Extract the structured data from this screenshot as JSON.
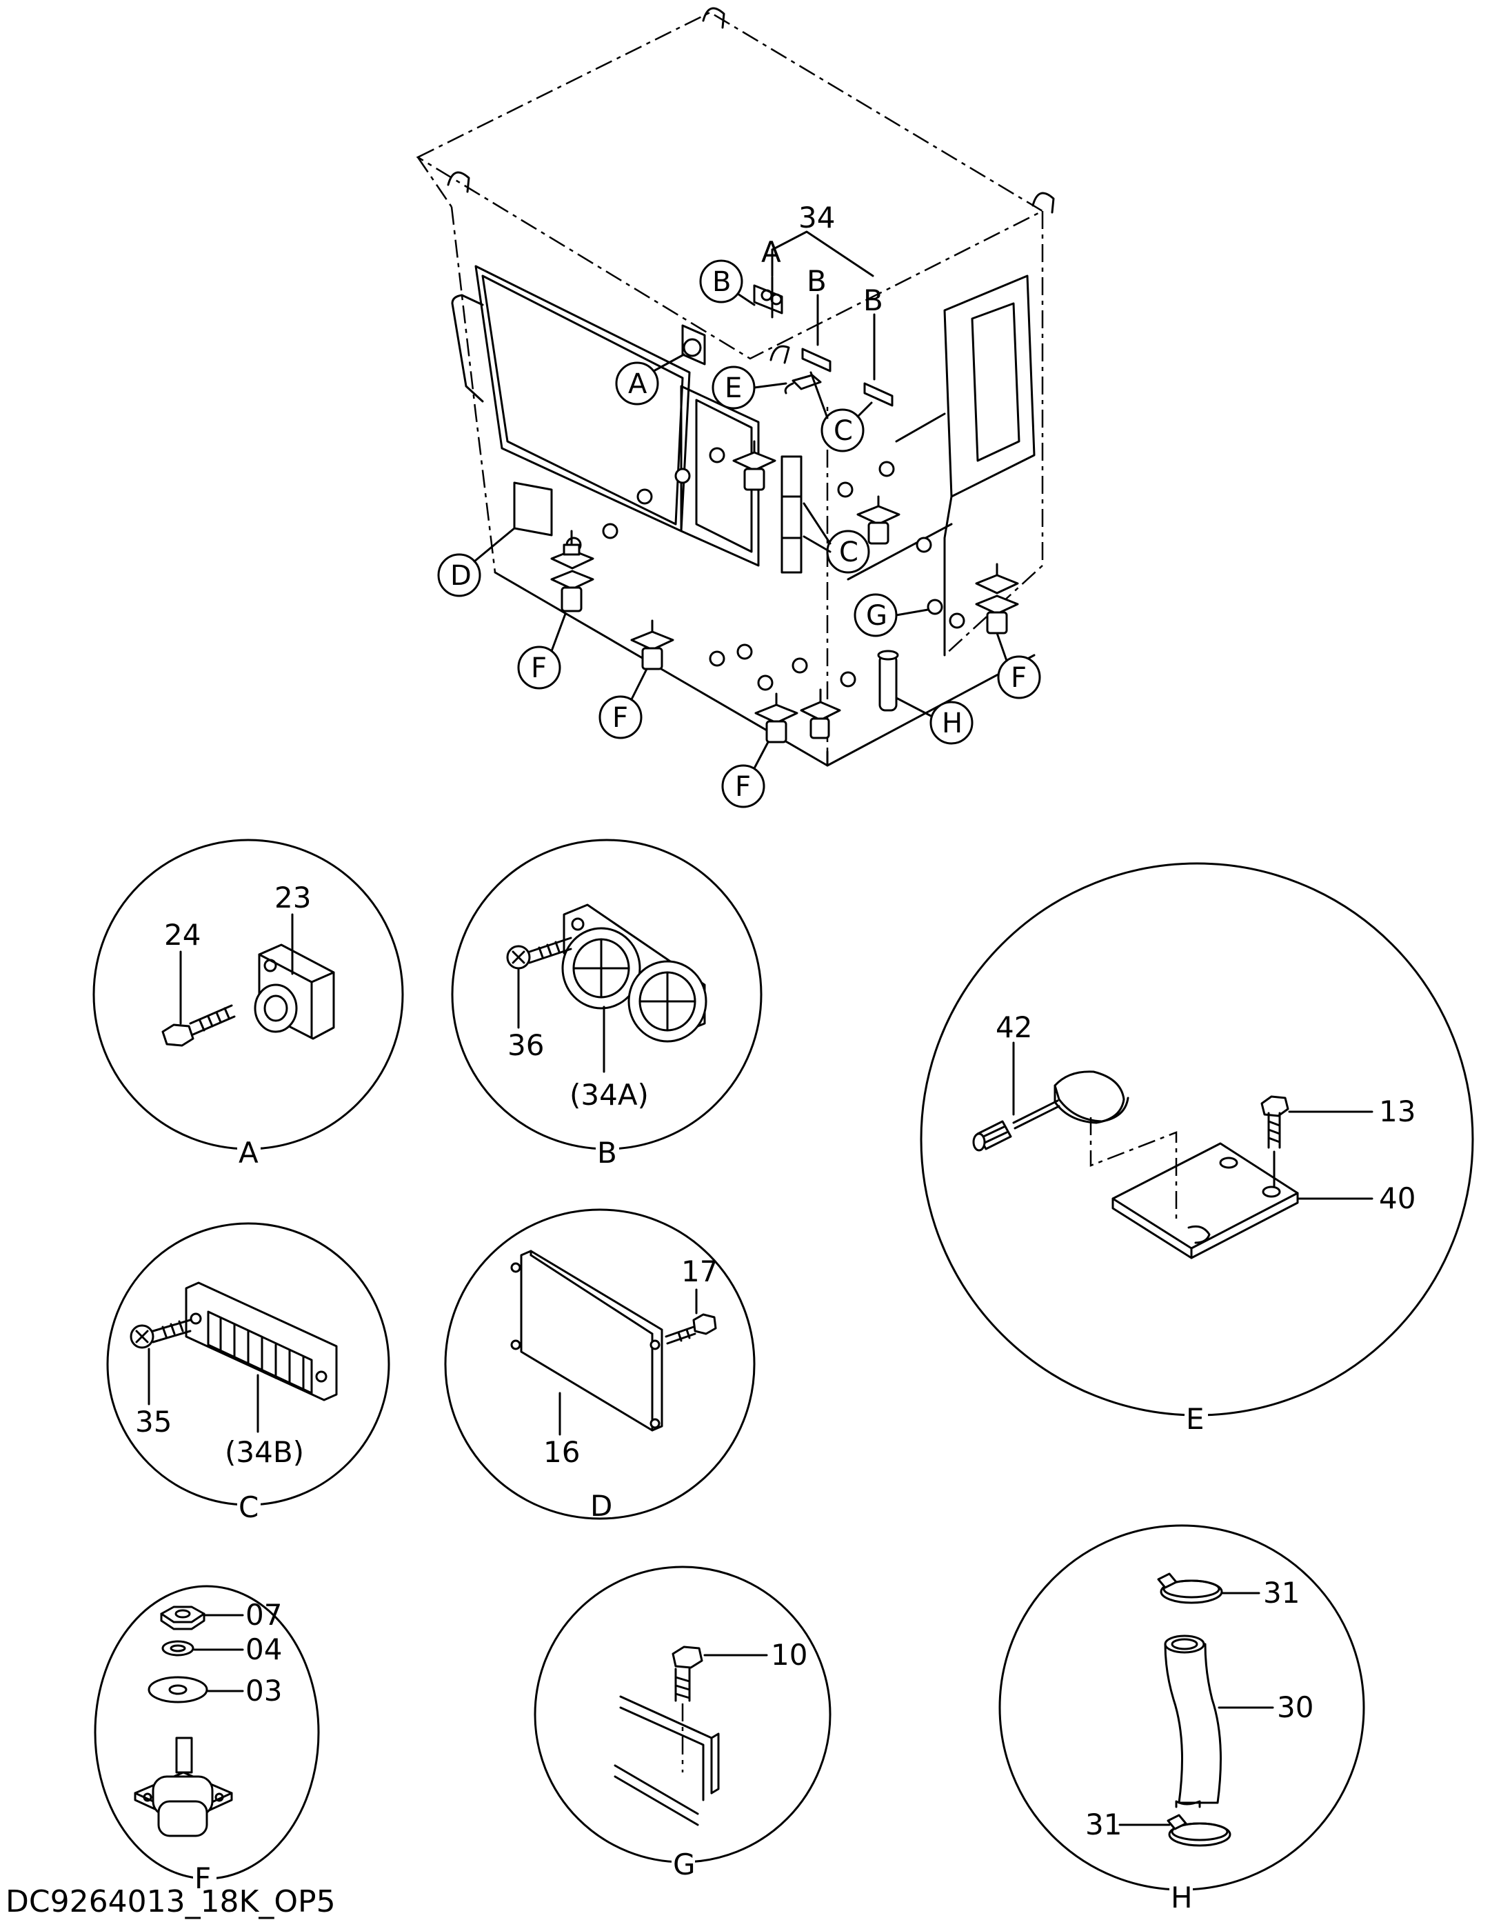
{
  "document": {
    "code": "DC9264013_18K_OP5"
  },
  "overview": {
    "group_label": "34",
    "group_letters": [
      "A",
      "B",
      "B"
    ],
    "callouts": [
      "B",
      "A",
      "E",
      "C",
      "C",
      "D",
      "G",
      "F",
      "F",
      "F",
      "F",
      "H"
    ]
  },
  "details": {
    "A": {
      "letter": "A",
      "parts": [
        "24",
        "23"
      ]
    },
    "B": {
      "letter": "B",
      "parts": [
        "36",
        "(34A)"
      ]
    },
    "C": {
      "letter": "C",
      "parts": [
        "35",
        "(34B)"
      ]
    },
    "D": {
      "letter": "D",
      "parts": [
        "17",
        "16"
      ]
    },
    "E": {
      "letter": "E",
      "parts": [
        "42",
        "13",
        "40"
      ]
    },
    "F": {
      "letter": "F",
      "parts": [
        "07",
        "04",
        "03"
      ]
    },
    "G": {
      "letter": "G",
      "parts": [
        "10"
      ]
    },
    "H": {
      "letter": "H",
      "parts": [
        "31",
        "30",
        "31"
      ]
    }
  }
}
